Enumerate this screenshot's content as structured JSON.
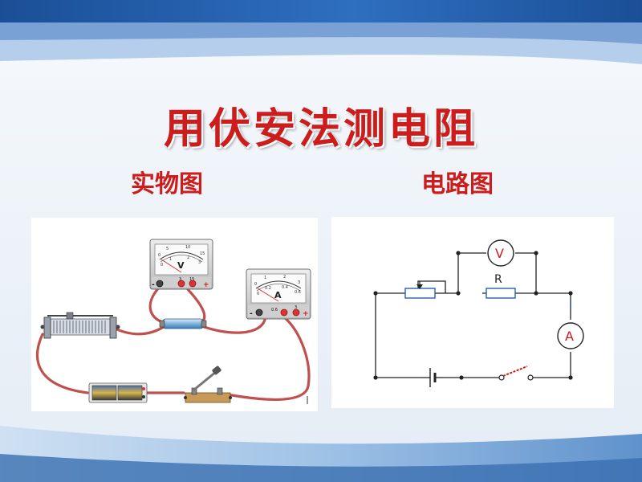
{
  "slide": {
    "title": "用伏安法测电阻",
    "left_caption": "实物图",
    "right_caption": "电路图"
  },
  "colors": {
    "title": "#cc1c1c",
    "wire_red": "#c0504d",
    "band_blue": "#3a6fb0"
  },
  "physical": {
    "voltmeter": {
      "symbol": "V",
      "scale_top": [
        "0",
        "5",
        "10",
        "15"
      ],
      "scale_bottom": [
        "0",
        "1",
        "2",
        "3"
      ],
      "term_labels": [
        "-",
        "3",
        "15",
        "+"
      ]
    },
    "ammeter": {
      "symbol": "A",
      "scale_top": [
        "0",
        "1",
        "2",
        "3"
      ],
      "scale_bottom": [
        "0",
        "0.2",
        "0.4",
        "0.6"
      ],
      "term_labels": [
        "-",
        "0.6",
        "3",
        "+"
      ]
    }
  },
  "schematic": {
    "voltmeter_symbol": "V",
    "ammeter_symbol": "A",
    "resistor_label": "R"
  }
}
